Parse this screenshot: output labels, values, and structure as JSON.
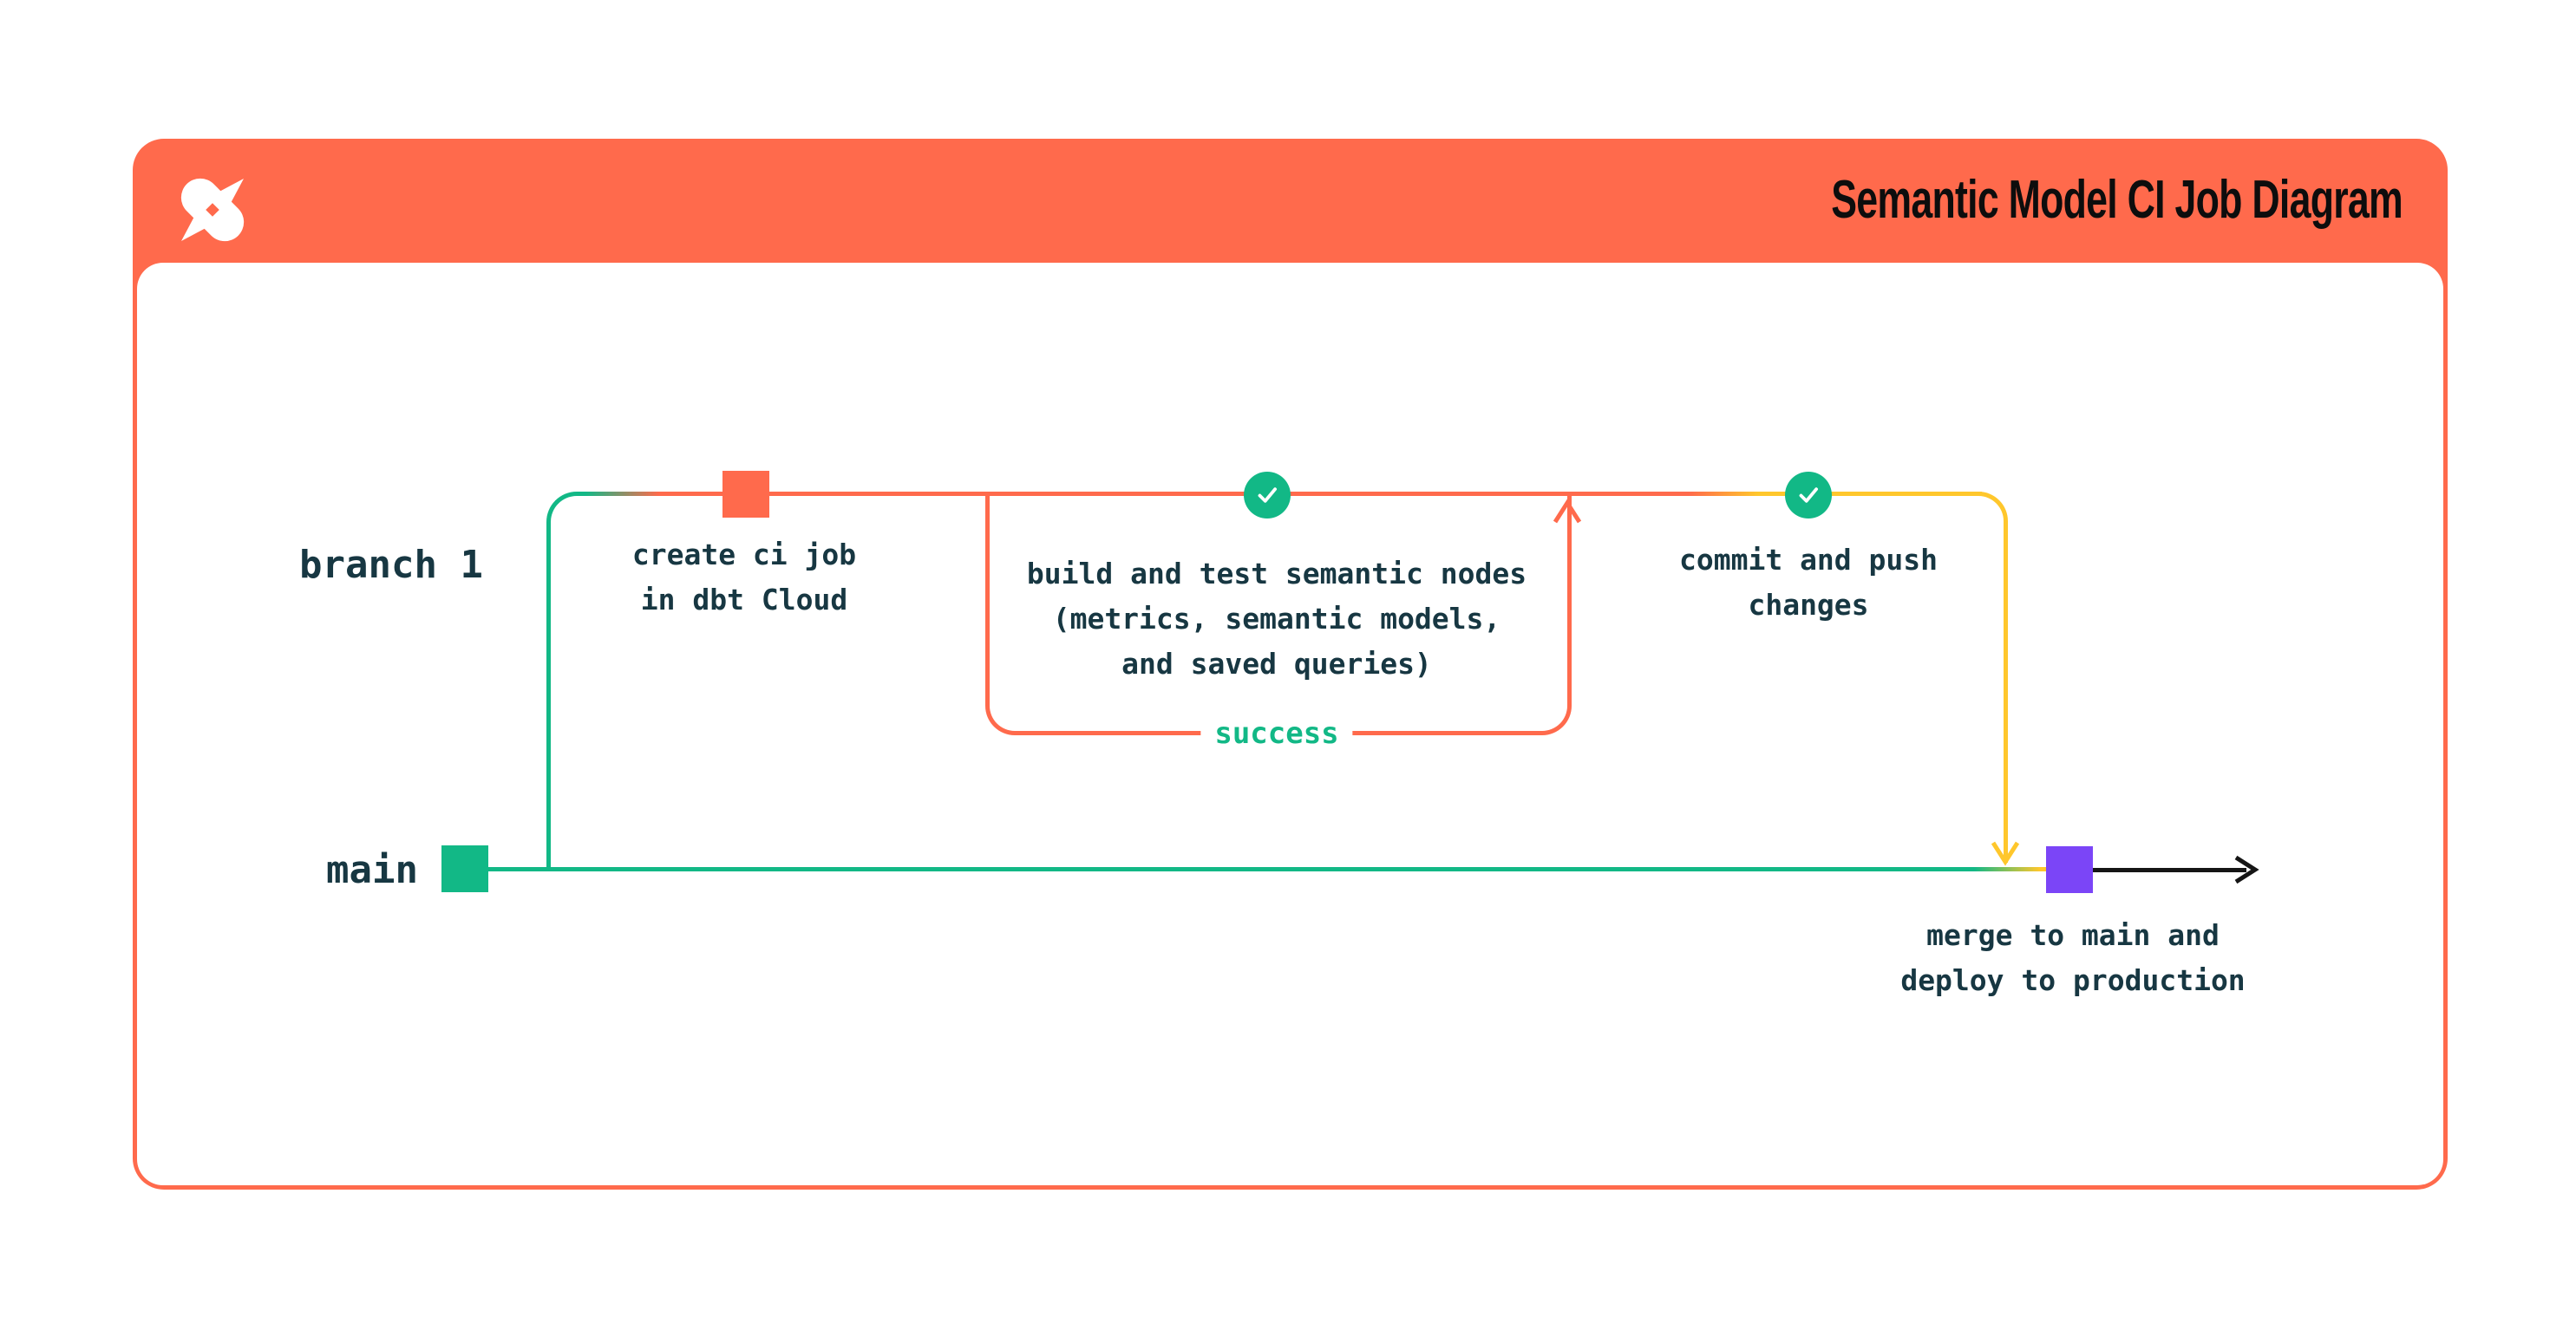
{
  "header": {
    "title": "Semantic Model CI Job Diagram",
    "logo": "dbt-logo"
  },
  "colors": {
    "orange": "#FF6A4C",
    "green": "#12B886",
    "yellow": "#FFC72C",
    "purple": "#7B45F7",
    "ink": "#173742",
    "title_ink": "#0D0D0D",
    "arrow_black": "#151515"
  },
  "diagram": {
    "branch_label": "branch 1",
    "main_label": "main",
    "loop_label": "success",
    "nodes": {
      "create_ci": {
        "label": "create ci job\nin dbt Cloud"
      },
      "build_test": {
        "label": "build and test semantic nodes\n(metrics, semantic models,\nand saved queries)"
      },
      "commit_push": {
        "label": "commit and push\nchanges"
      },
      "merge": {
        "label": "merge to main and\ndeploy to production"
      }
    },
    "icons": [
      "dbt-logo-icon",
      "check-icon",
      "check-icon",
      "arrow-up-icon",
      "arrow-down-icon",
      "arrow-right-icon"
    ]
  }
}
